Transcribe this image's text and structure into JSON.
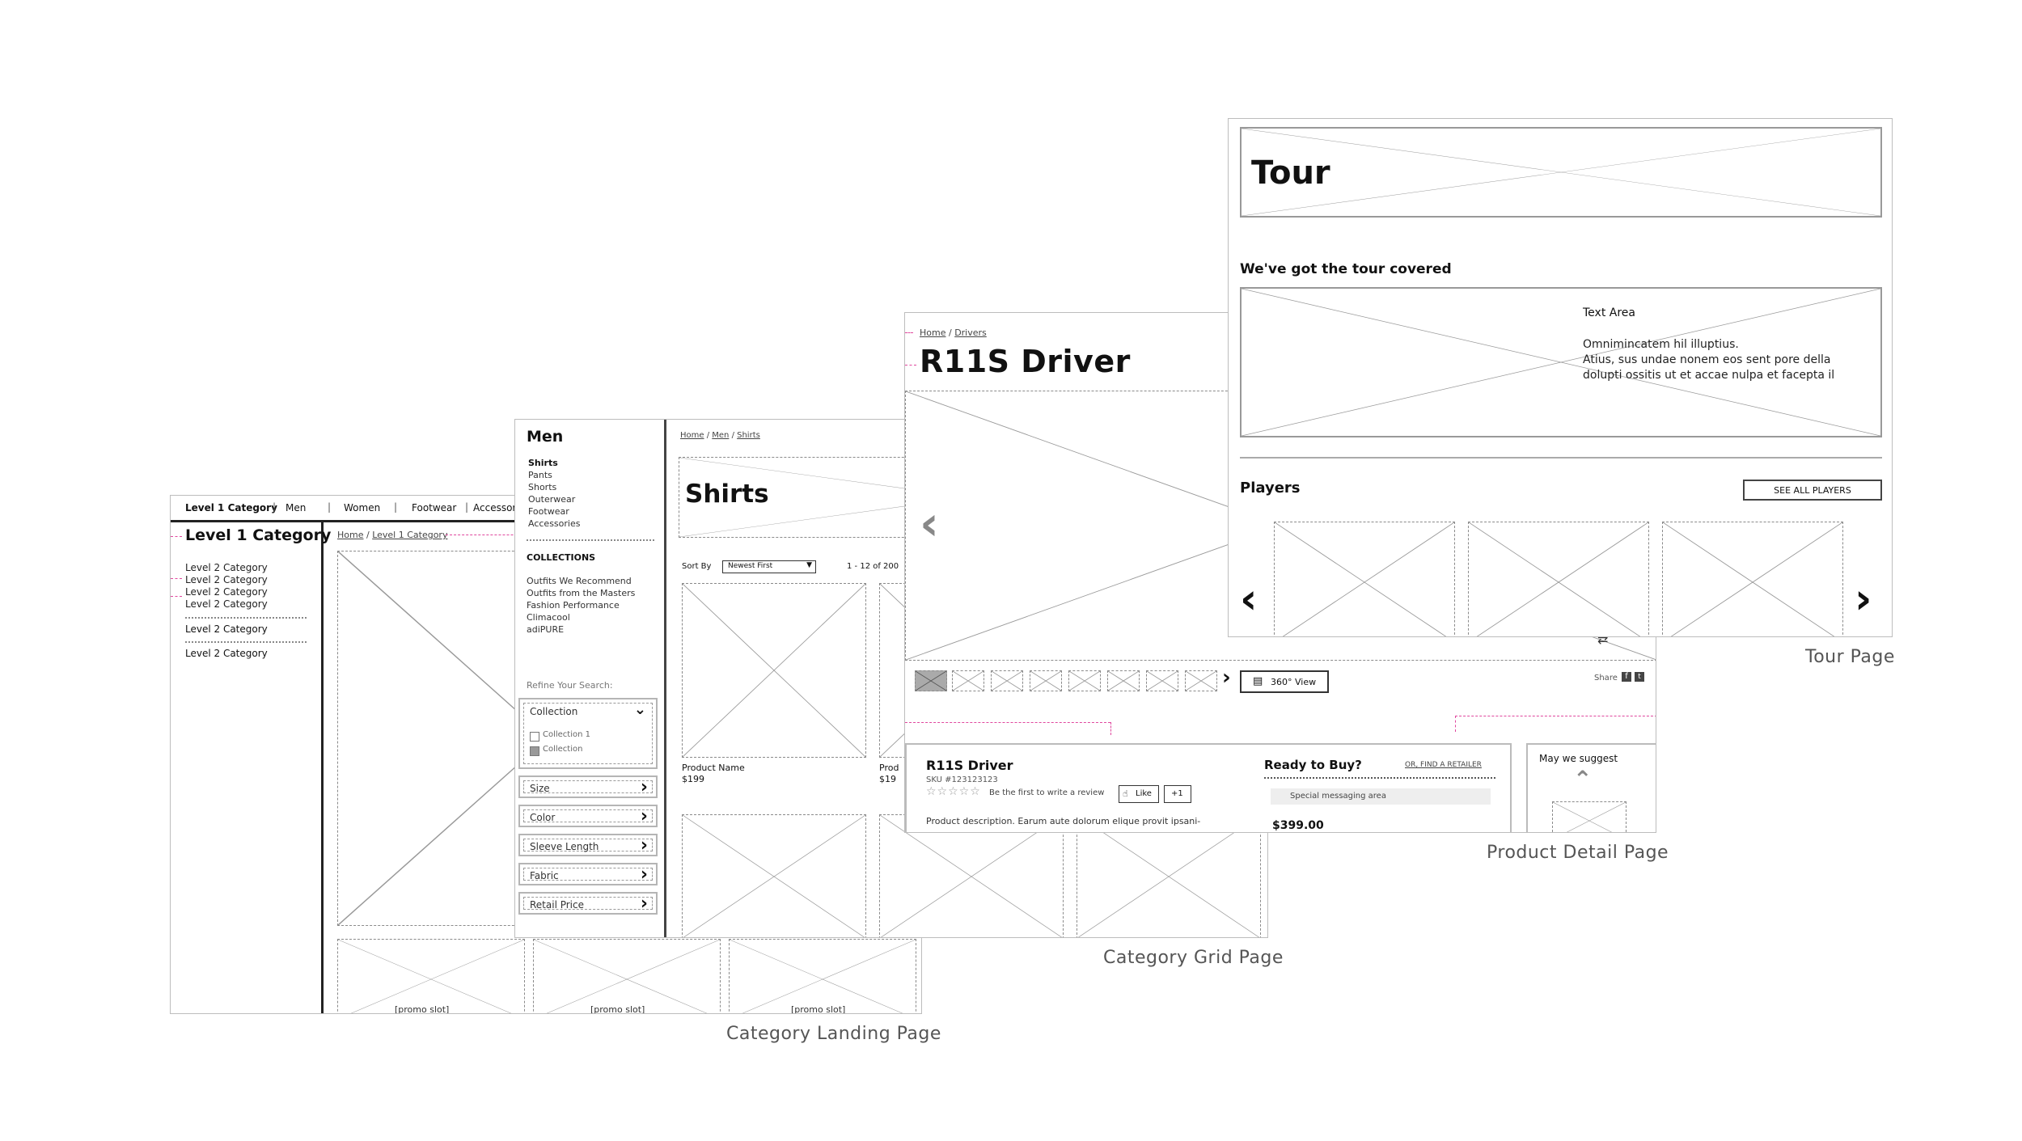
{
  "landing": {
    "nav": [
      "Level 1 Category",
      "Men",
      "Women",
      "Footwear",
      "Accessories"
    ],
    "title": "Level 1 Category",
    "breadcrumb": [
      "Home",
      "Level 1 Category"
    ],
    "sub_categories": [
      "Level 2 Category",
      "Level 2 Category",
      "Level 2 Category",
      "Level 2 Category",
      "Level 2 Category",
      "Level 2 Category"
    ],
    "promo": [
      "[promo slot]",
      "[promo slot]",
      "[promo slot]"
    ],
    "caption": "Category Landing Page"
  },
  "grid": {
    "side_title": "Men",
    "side_items": [
      "Shirts",
      "Pants",
      "Shorts",
      "Outerwear",
      "Footwear",
      "Accessories"
    ],
    "collections_heading": "COLLECTIONS",
    "collections": [
      "Outfits We Recommend",
      "Outfits from the Masters",
      "Fashion Performance",
      "Climacool",
      "adiPURE"
    ],
    "refine_label": "Refine Your Search:",
    "filter_collection": "Collection",
    "filter_options": [
      "Collection 1",
      "Collection"
    ],
    "filters": [
      "Size",
      "Color",
      "Sleeve Length",
      "Fabric",
      "Retail Price"
    ],
    "breadcrumb": [
      "Home",
      "Men",
      "Shirts"
    ],
    "title": "Shirts",
    "sort_label": "Sort By",
    "sort_value": "Newest First",
    "results": "1 - 12 of 200",
    "product_name": "Product Name",
    "product_price": "$199",
    "product_name_2": "Prod",
    "product_price_2": "$19",
    "caption": "Category Grid Page"
  },
  "pdp": {
    "breadcrumb": [
      "Home",
      "Drivers"
    ],
    "title": "R11S Driver",
    "view_button": "360° View",
    "share_label": "Share",
    "product_title": "R11S Driver",
    "sku": "SKU #123123123",
    "review_prompt": "Be the first to write a review",
    "like_label": "Like",
    "plus_label": "+1",
    "description": "Product description. Earum aute dolorum elique provit ipsani-",
    "ready_heading": "Ready to Buy?",
    "retailer_link": "OR, FIND A RETAILER",
    "messaging": "Special messaging area",
    "price": "$399.00",
    "suggest_heading": "May we suggest",
    "caption": "Product Detail Page"
  },
  "tour": {
    "title": "Tour",
    "subheading": "We've got the tour covered",
    "text_area_label": "Text Area",
    "text_lines": [
      "Omnimincatem hil illuptius.",
      "Atius, sus undae nonem eos sent pore della",
      "dolupti ossitis ut et accae nulpa et facepta il"
    ],
    "players_heading": "Players",
    "see_all": "SEE ALL PLAYERS",
    "caption": "Tour Page"
  },
  "colors": {
    "annotation": "#e0479e",
    "wire": "#8a8a8a"
  },
  "icons": [
    "chevron-left-icon",
    "chevron-right-icon",
    "chevron-down-icon",
    "chevron-up-icon",
    "facebook-icon",
    "twitter-icon",
    "thumbs-up-icon",
    "rotate-icon"
  ]
}
